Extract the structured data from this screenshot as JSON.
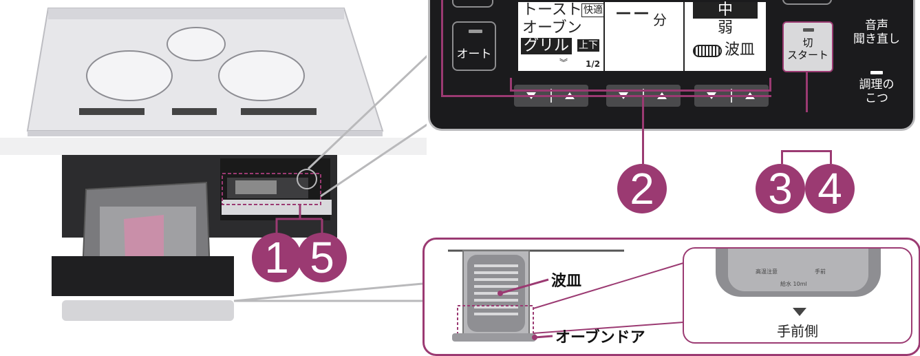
{
  "colors": {
    "accent": "#9b3a72",
    "panel_bg": "#1b1b1d",
    "lcd_bg": "#ffffff"
  },
  "panel": {
    "auto_label": "オート",
    "lcd": {
      "menu_lines": [
        "トースト",
        "オーブン",
        "グリル"
      ],
      "badges": [
        "快適",
        "上下"
      ],
      "page": "1/2",
      "time_dashes": "－－",
      "time_unit": "分",
      "heat_selected": "中",
      "heat_other": "弱",
      "tray": "波皿"
    },
    "start_button": [
      "切",
      "スタート"
    ],
    "voice_label": [
      "音声",
      "聞き直し"
    ],
    "tips_label": [
      "調理の",
      "こつ"
    ]
  },
  "steps": {
    "step2": "2",
    "step3": "3",
    "step4": "4",
    "step1": "1",
    "step5": "5"
  },
  "inset": {
    "wave_tray_label": "波皿",
    "oven_door_label": "オーブンドア",
    "front_side_label": "手前側",
    "tray_small_text": [
      "高温注意",
      "手前",
      "給水 10ml"
    ]
  }
}
